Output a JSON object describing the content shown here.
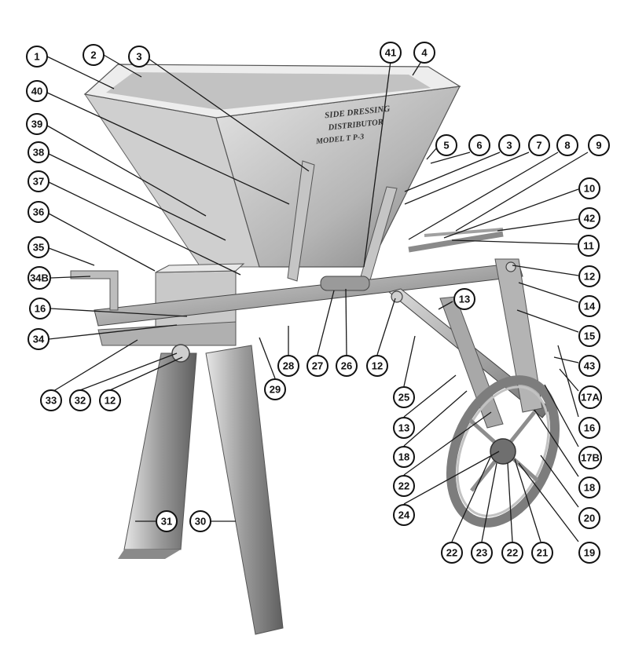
{
  "hopper_stencil": {
    "line1": "SIDE DRESSING",
    "line2": "DISTRIBUTOR",
    "line3": "MODEL T P-3"
  },
  "callouts": [
    {
      "label": "1"
    },
    {
      "label": "2"
    },
    {
      "label": "3"
    },
    {
      "label": "41"
    },
    {
      "label": "4"
    },
    {
      "label": "40"
    },
    {
      "label": "39"
    },
    {
      "label": "38"
    },
    {
      "label": "37"
    },
    {
      "label": "36"
    },
    {
      "label": "35"
    },
    {
      "label": "34B"
    },
    {
      "label": "16"
    },
    {
      "label": "34"
    },
    {
      "label": "33"
    },
    {
      "label": "32"
    },
    {
      "label": "12"
    },
    {
      "label": "28"
    },
    {
      "label": "27"
    },
    {
      "label": "26"
    },
    {
      "label": "29"
    },
    {
      "label": "12"
    },
    {
      "label": "25"
    },
    {
      "label": "13"
    },
    {
      "label": "13"
    },
    {
      "label": "18"
    },
    {
      "label": "22"
    },
    {
      "label": "24"
    },
    {
      "label": "22"
    },
    {
      "label": "23"
    },
    {
      "label": "22"
    },
    {
      "label": "21"
    },
    {
      "label": "19"
    },
    {
      "label": "20"
    },
    {
      "label": "18"
    },
    {
      "label": "17B"
    },
    {
      "label": "16"
    },
    {
      "label": "17A"
    },
    {
      "label": "43"
    },
    {
      "label": "15"
    },
    {
      "label": "14"
    },
    {
      "label": "12"
    },
    {
      "label": "11"
    },
    {
      "label": "42"
    },
    {
      "label": "10"
    },
    {
      "label": "9"
    },
    {
      "label": "8"
    },
    {
      "label": "7"
    },
    {
      "label": "3"
    },
    {
      "label": "6"
    },
    {
      "label": "5"
    },
    {
      "label": "31"
    },
    {
      "label": "30"
    }
  ]
}
